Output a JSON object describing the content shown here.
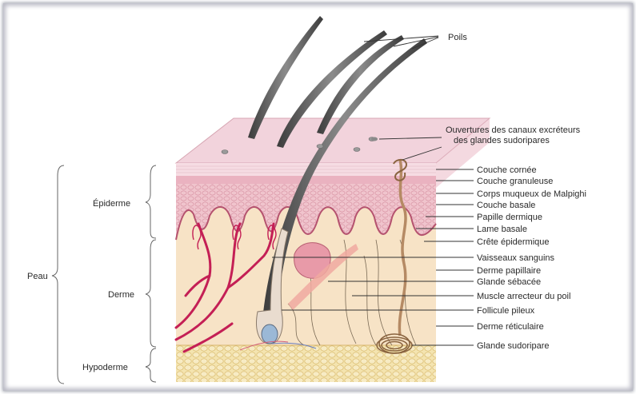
{
  "regions": {
    "peau": "Peau",
    "epiderme": "Épiderme",
    "derme": "Derme",
    "hypoderme": "Hypoderme"
  },
  "labels": {
    "poils": "Poils",
    "ouvertures_l1": "Ouvertures des canaux excréteurs",
    "ouvertures_l2": "des glandes sudoripares",
    "couche_cornee": "Couche cornée",
    "couche_granuleuse": "Couche granuleuse",
    "corps_muqueux": "Corps muqueux de Malpighi",
    "couche_basale": "Couche  basale",
    "papille_dermique": "Papille dermique",
    "lame_basale": "Lame basale",
    "crete_epidermique": "Crête épidermique",
    "vaisseaux_sanguins": "Vaisseaux sanguins",
    "derme_papillaire": "Derme papillaire",
    "glande_sebacee": "Glande sébacée",
    "muscle_arrecteur": "Muscle arrecteur du poil",
    "follicule_pileux": "Follicule pileux",
    "derme_reticulaire": "Derme réticulaire",
    "glande_sudoripare": "Glande sudoripare"
  },
  "colors": {
    "top_surface": "#f2d3dc",
    "epidermis": "#f0c6cf",
    "dermis": "#f7e2c4",
    "hypodermis": "#f3dfa0",
    "vessels": "#c41f55",
    "hair": "#5c5c5c"
  }
}
